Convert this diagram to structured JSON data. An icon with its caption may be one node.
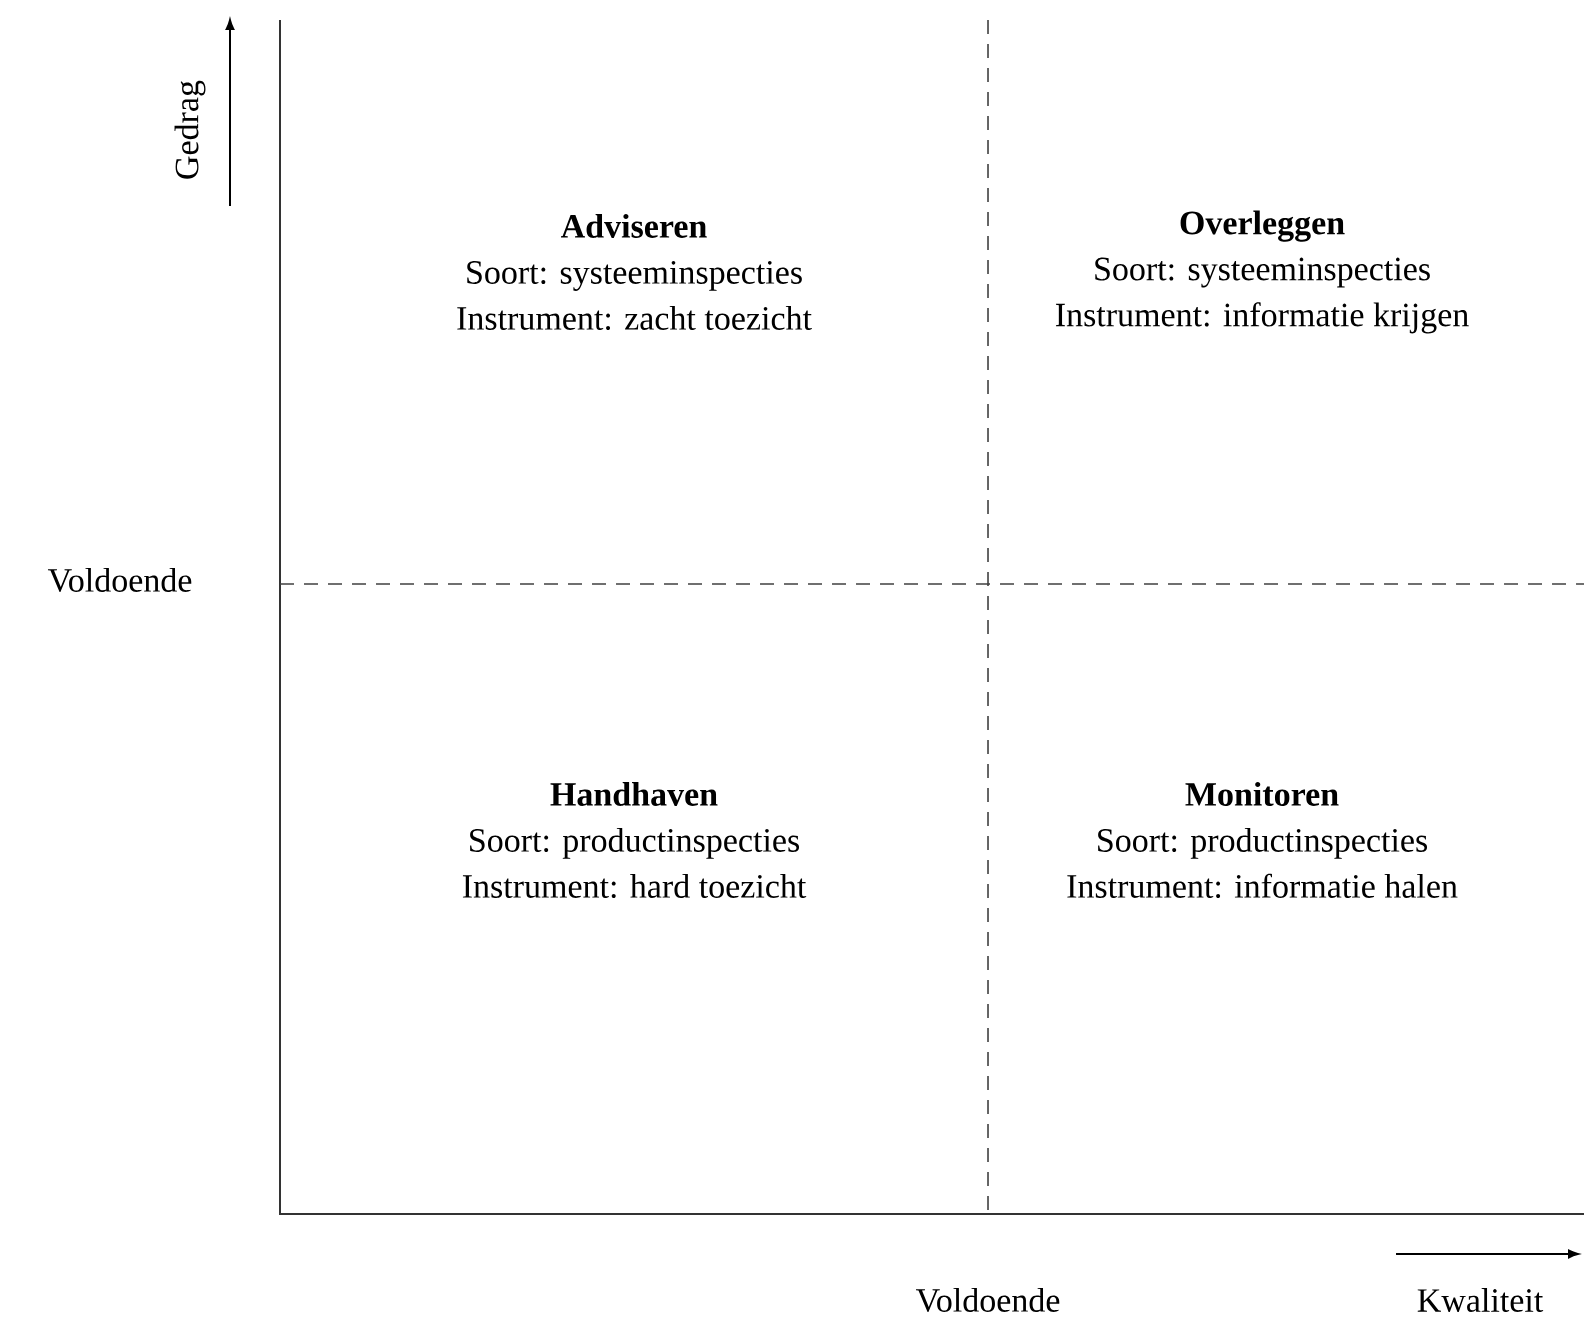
{
  "diagram": {
    "nodes": [
      {
        "text": [
          "Adviseren",
          "Soort: systeeminspecties",
          "Instrument: zacht toezicht"
        ]
      },
      {
        "text": [
          "Overleggen",
          "Soort: systeeminspecties",
          "Instrument: informatie krijgen"
        ]
      },
      {
        "text": [
          "Handhaven",
          "Soort: productinspecties",
          "Instrument: hard toezicht"
        ]
      },
      {
        "text": [
          "Monitoren",
          "Soort: productinspecties",
          "Instrument: informatie halen"
        ]
      }
    ],
    "labels": [
      "Gedrag",
      "Voldoende",
      "Voldoende",
      "Kwaliteit"
    ]
  }
}
